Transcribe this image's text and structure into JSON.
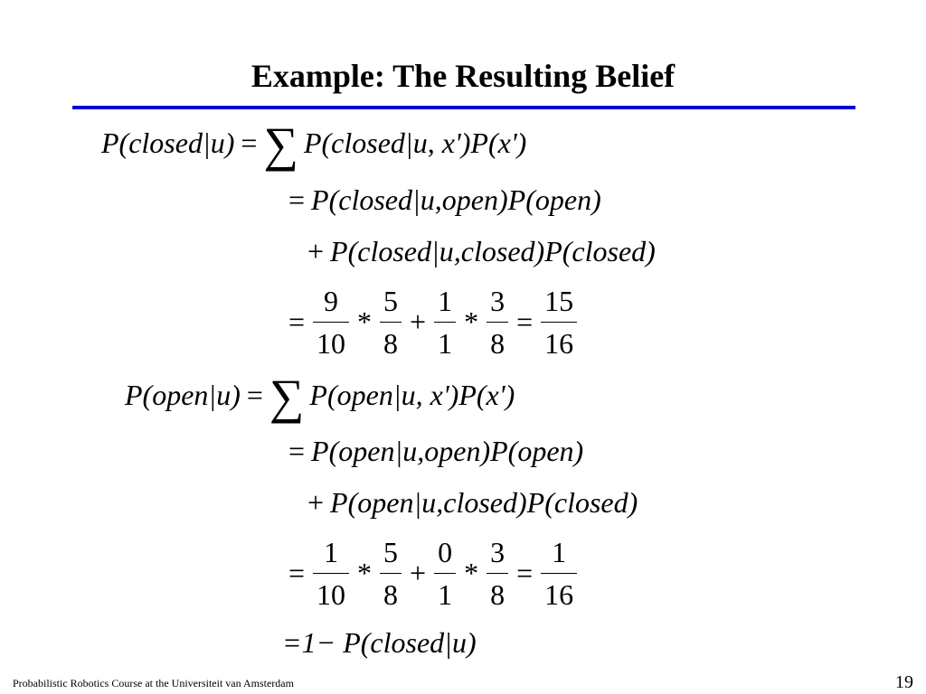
{
  "slide": {
    "title": "Example: The Resulting Belief",
    "accent_color": "#0000dd",
    "footer_text": "Probabilistic Robotics Course at the Universiteit van Amsterdam",
    "page_number": "19"
  },
  "eq_closed": {
    "lhs": "P(closed|u)",
    "eq": "=",
    "sum": "∑",
    "rhs": "P(closed|u, x')P(x')"
  },
  "eq_closed_expand1": {
    "eq": "=",
    "expr": "P(closed|u,open)P(open)"
  },
  "eq_closed_expand2": {
    "op": "+",
    "expr": "P(closed|u,closed)P(closed)"
  },
  "eq_closed_values": {
    "eq": "=",
    "f1_num": "9",
    "f1_den": "10",
    "times1": "*",
    "f2_num": "5",
    "f2_den": "8",
    "plus": "+",
    "f3_num": "1",
    "f3_den": "1",
    "times2": "*",
    "f4_num": "3",
    "f4_den": "8",
    "eq2": "=",
    "res_num": "15",
    "res_den": "16"
  },
  "eq_open": {
    "lhs": "P(open|u)",
    "eq": "=",
    "sum": "∑",
    "rhs": "P(open|u, x')P(x')"
  },
  "eq_open_expand1": {
    "eq": "=",
    "expr": "P(open|u,open)P(open)"
  },
  "eq_open_expand2": {
    "op": "+",
    "expr": "P(open|u,closed)P(closed)"
  },
  "eq_open_values": {
    "eq": "=",
    "f1_num": "1",
    "f1_den": "10",
    "times1": "*",
    "f2_num": "5",
    "f2_den": "8",
    "plus": "+",
    "f3_num": "0",
    "f3_den": "1",
    "times2": "*",
    "f4_num": "3",
    "f4_den": "8",
    "eq2": "=",
    "res_num": "1",
    "res_den": "16"
  },
  "eq_final": {
    "expr": "=1− P(closed|u)"
  }
}
